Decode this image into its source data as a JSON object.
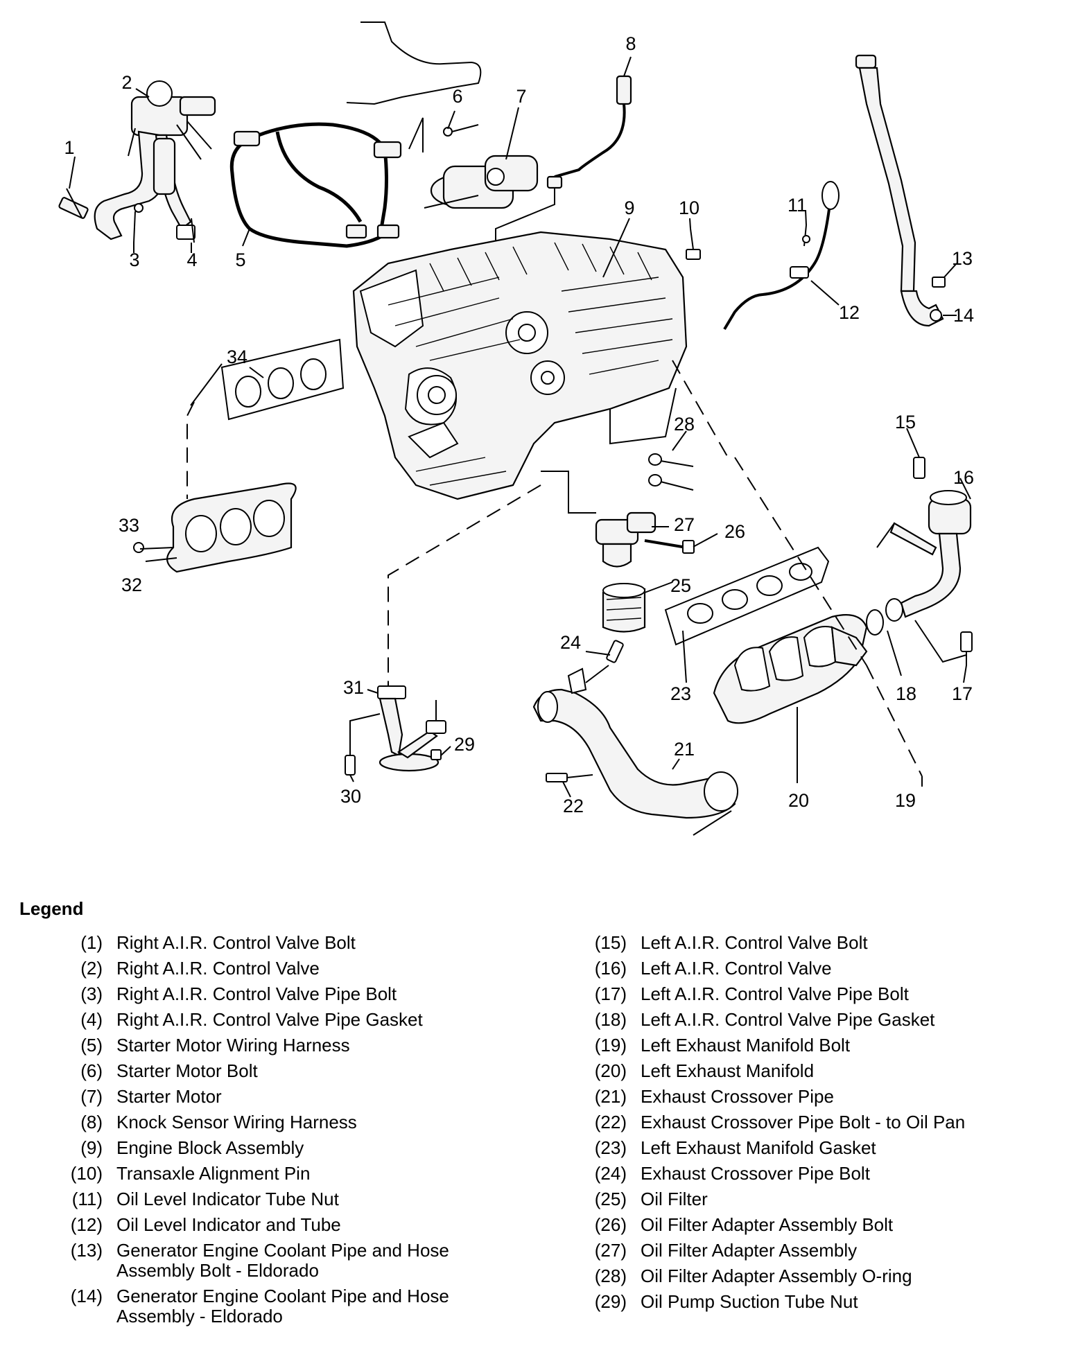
{
  "callouts": [
    "1",
    "2",
    "3",
    "4",
    "5",
    "6",
    "7",
    "8",
    "9",
    "10",
    "11",
    "12",
    "13",
    "14",
    "15",
    "16",
    "17",
    "18",
    "19",
    "20",
    "21",
    "22",
    "23",
    "24",
    "25",
    "26",
    "27",
    "28",
    "29",
    "30",
    "31",
    "32",
    "33",
    "34"
  ],
  "legend": {
    "title": "Legend",
    "left": [
      {
        "num": "(1)",
        "text": "Right A.I.R. Control Valve Bolt"
      },
      {
        "num": "(2)",
        "text": "Right A.I.R. Control Valve"
      },
      {
        "num": "(3)",
        "text": "Right A.I.R. Control Valve Pipe Bolt"
      },
      {
        "num": "(4)",
        "text": "Right A.I.R. Control Valve Pipe Gasket"
      },
      {
        "num": "(5)",
        "text": "Starter Motor Wiring Harness"
      },
      {
        "num": "(6)",
        "text": "Starter Motor Bolt"
      },
      {
        "num": "(7)",
        "text": "Starter Motor"
      },
      {
        "num": "(8)",
        "text": "Knock Sensor Wiring Harness"
      },
      {
        "num": "(9)",
        "text": "Engine Block Assembly"
      },
      {
        "num": "(10)",
        "text": "Transaxle Alignment Pin"
      },
      {
        "num": "(11)",
        "text": "Oil Level Indicator Tube Nut"
      },
      {
        "num": "(12)",
        "text": "Oil Level Indicator and Tube"
      },
      {
        "num": "(13)",
        "text": "Generator Engine Coolant Pipe and Hose Assembly Bolt - Eldorado"
      },
      {
        "num": "(14)",
        "text": "Generator Engine Coolant Pipe and Hose Assembly - Eldorado"
      }
    ],
    "right": [
      {
        "num": "(15)",
        "text": "Left A.I.R. Control Valve Bolt"
      },
      {
        "num": "(16)",
        "text": "Left A.I.R. Control Valve"
      },
      {
        "num": "(17)",
        "text": "Left A.I.R. Control Valve Pipe Bolt"
      },
      {
        "num": "(18)",
        "text": "Left A.I.R. Control Valve Pipe Gasket"
      },
      {
        "num": "(19)",
        "text": "Left Exhaust Manifold Bolt"
      },
      {
        "num": "(20)",
        "text": "Left Exhaust Manifold"
      },
      {
        "num": "(21)",
        "text": "Exhaust Crossover Pipe"
      },
      {
        "num": "(22)",
        "text": "Exhaust Crossover Pipe Bolt - to Oil Pan"
      },
      {
        "num": "(23)",
        "text": "Left Exhaust Manifold Gasket"
      },
      {
        "num": "(24)",
        "text": "Exhaust Crossover Pipe Bolt"
      },
      {
        "num": "(25)",
        "text": "Oil Filter"
      },
      {
        "num": "(26)",
        "text": "Oil Filter Adapter Assembly Bolt"
      },
      {
        "num": "(27)",
        "text": "Oil Filter Adapter Assembly"
      },
      {
        "num": "(28)",
        "text": "Oil Filter Adapter Assembly O-ring"
      },
      {
        "num": "(29)",
        "text": "Oil Pump Suction Tube Nut"
      }
    ]
  }
}
